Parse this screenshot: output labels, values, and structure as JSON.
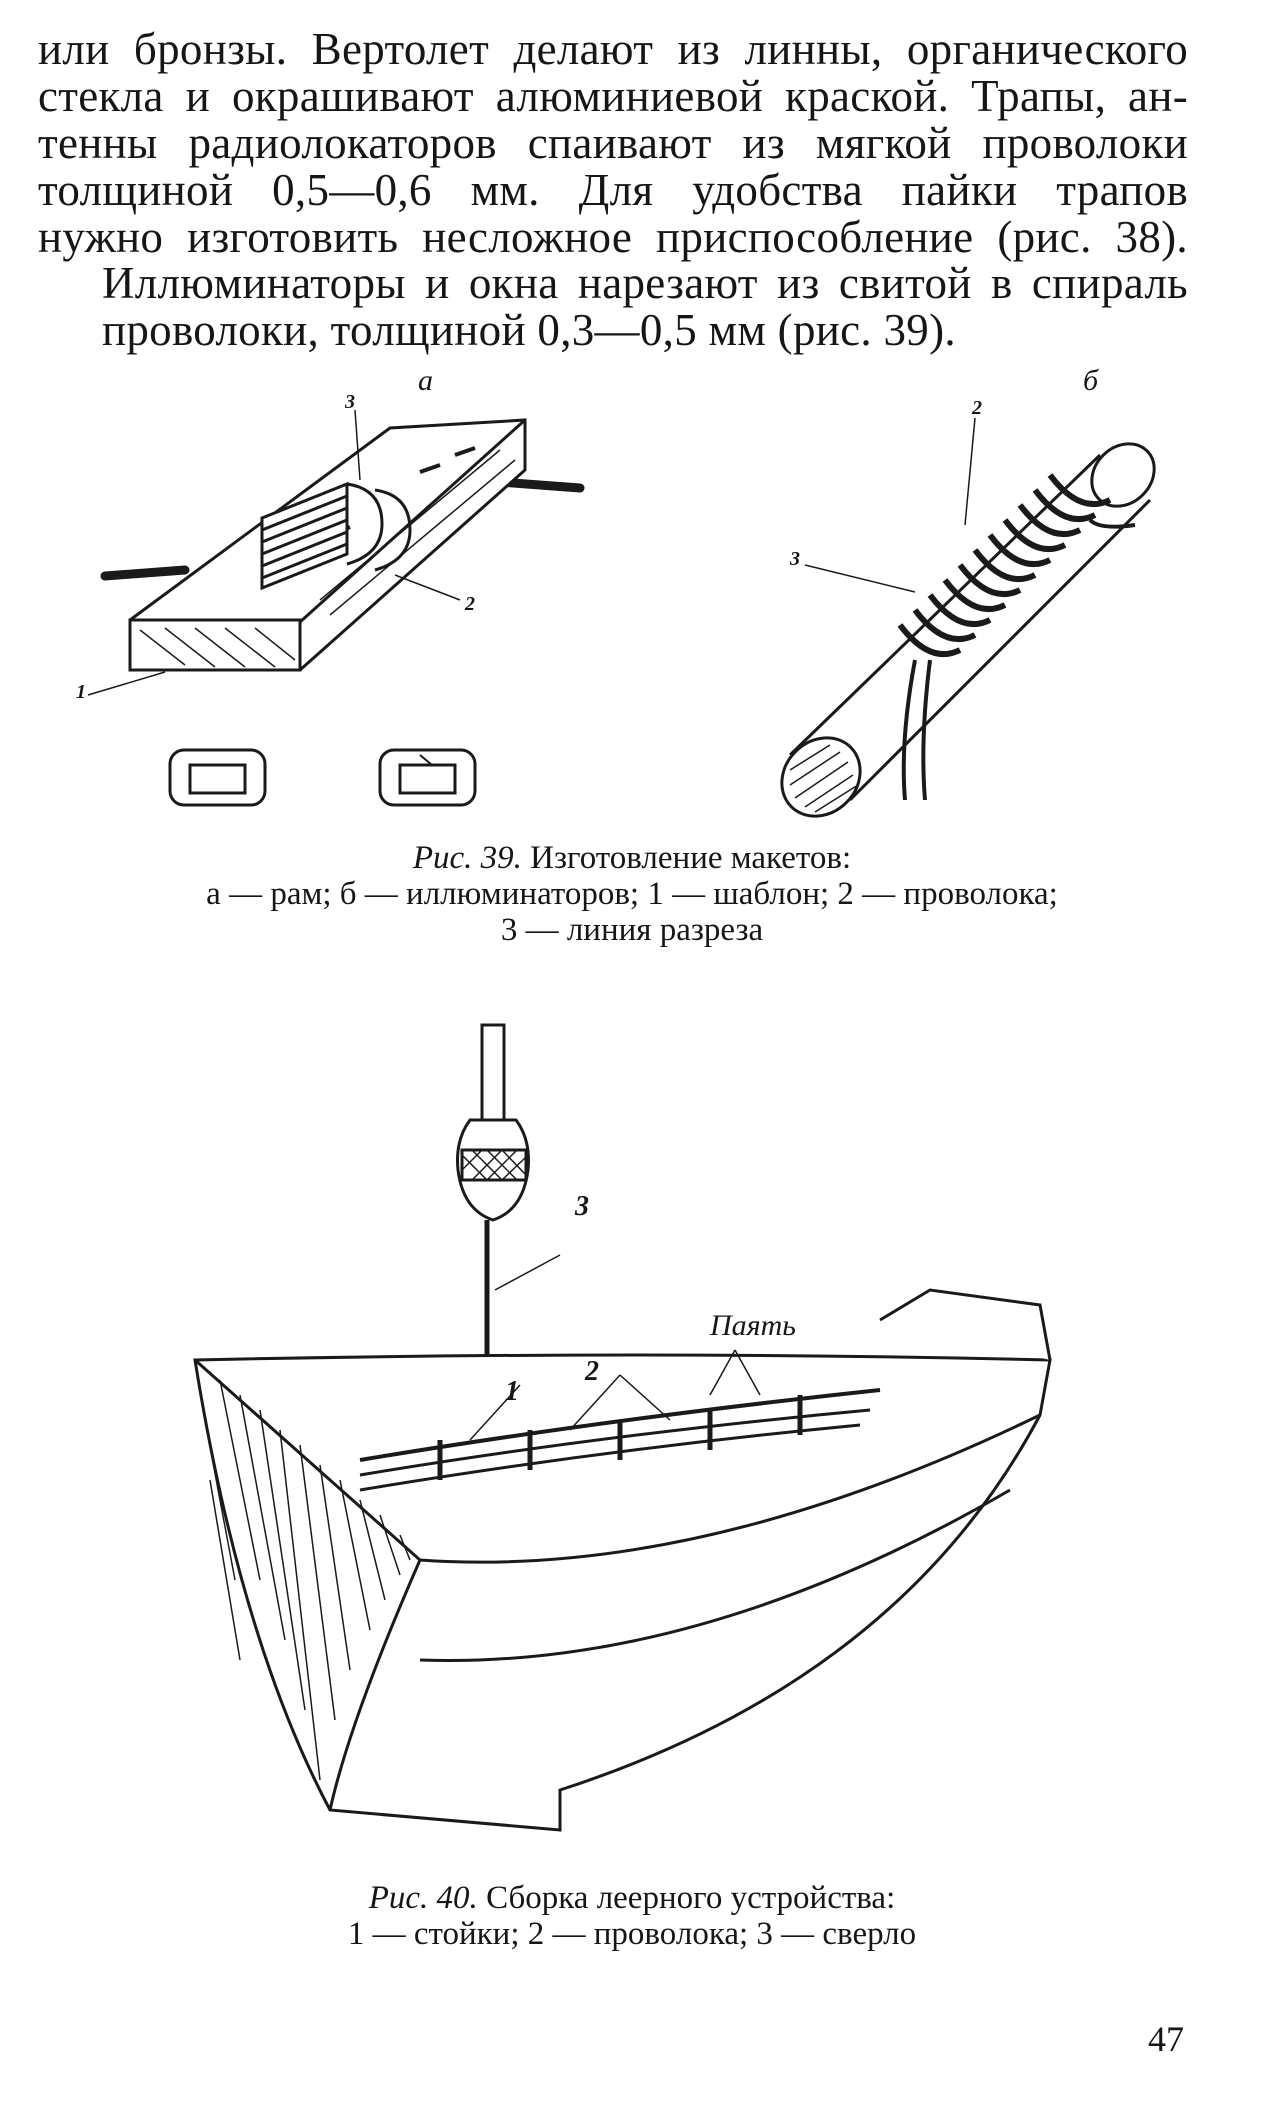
{
  "text": {
    "paragraph1_lines": [
      "или бронзы. Вертолет делают из линны, органического",
      "стекла и окрашивают алюминиевой краской. Трапы, ан-",
      "тенны радиолокаторов спаивают из мягкой проволоки",
      "толщиной 0,5—0,6 мм. Для удобства пайки трапов",
      "нужно изготовить несложное приспособление (рис. 38)."
    ],
    "paragraph2_lines": [
      "Иллюминаторы и окна нарезают из свитой в спираль",
      "проволоки, толщиной 0,3—0,5 мм (рис. 39)."
    ]
  },
  "figure39": {
    "panel_a_label": "а",
    "panel_b_label": "б",
    "callouts_a": {
      "one": "1",
      "two": "2",
      "three": "3"
    },
    "callouts_b": {
      "two": "2",
      "three": "3"
    },
    "caption_line1_num": "Рис. 39.",
    "caption_line1_text": "Изготовление макетов:",
    "caption_line2": "а — рам; б — иллюминаторов; 1 — шаблон; 2 — проволока;",
    "caption_line3": "3 — линия разреза"
  },
  "figure40": {
    "callouts": {
      "one": "1",
      "two": "2",
      "three": "3"
    },
    "solder_label": "Паять",
    "caption_line1_num": "Рис. 40.",
    "caption_line1_text": "Сборка леерного устройства:",
    "caption_line2": "1 — стойки; 2 — проволока; 3 — сверло"
  },
  "page_number": "47"
}
